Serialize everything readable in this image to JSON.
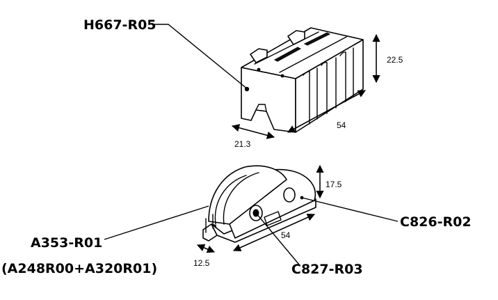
{
  "labels": {
    "part_top": "H667-R05",
    "part_left": "A353-R01",
    "part_left_sub": "(A248R00+A320R01)",
    "part_right": "C826-R02",
    "part_bottom": "C827-R03"
  },
  "dimensions": {
    "top_height": "22.5",
    "top_length": "54",
    "top_width": "21.3",
    "bottom_height": "17.5",
    "bottom_length": "54",
    "bottom_width": "12.5"
  },
  "colors": {
    "ink": "#000000",
    "background": "#ffffff"
  }
}
